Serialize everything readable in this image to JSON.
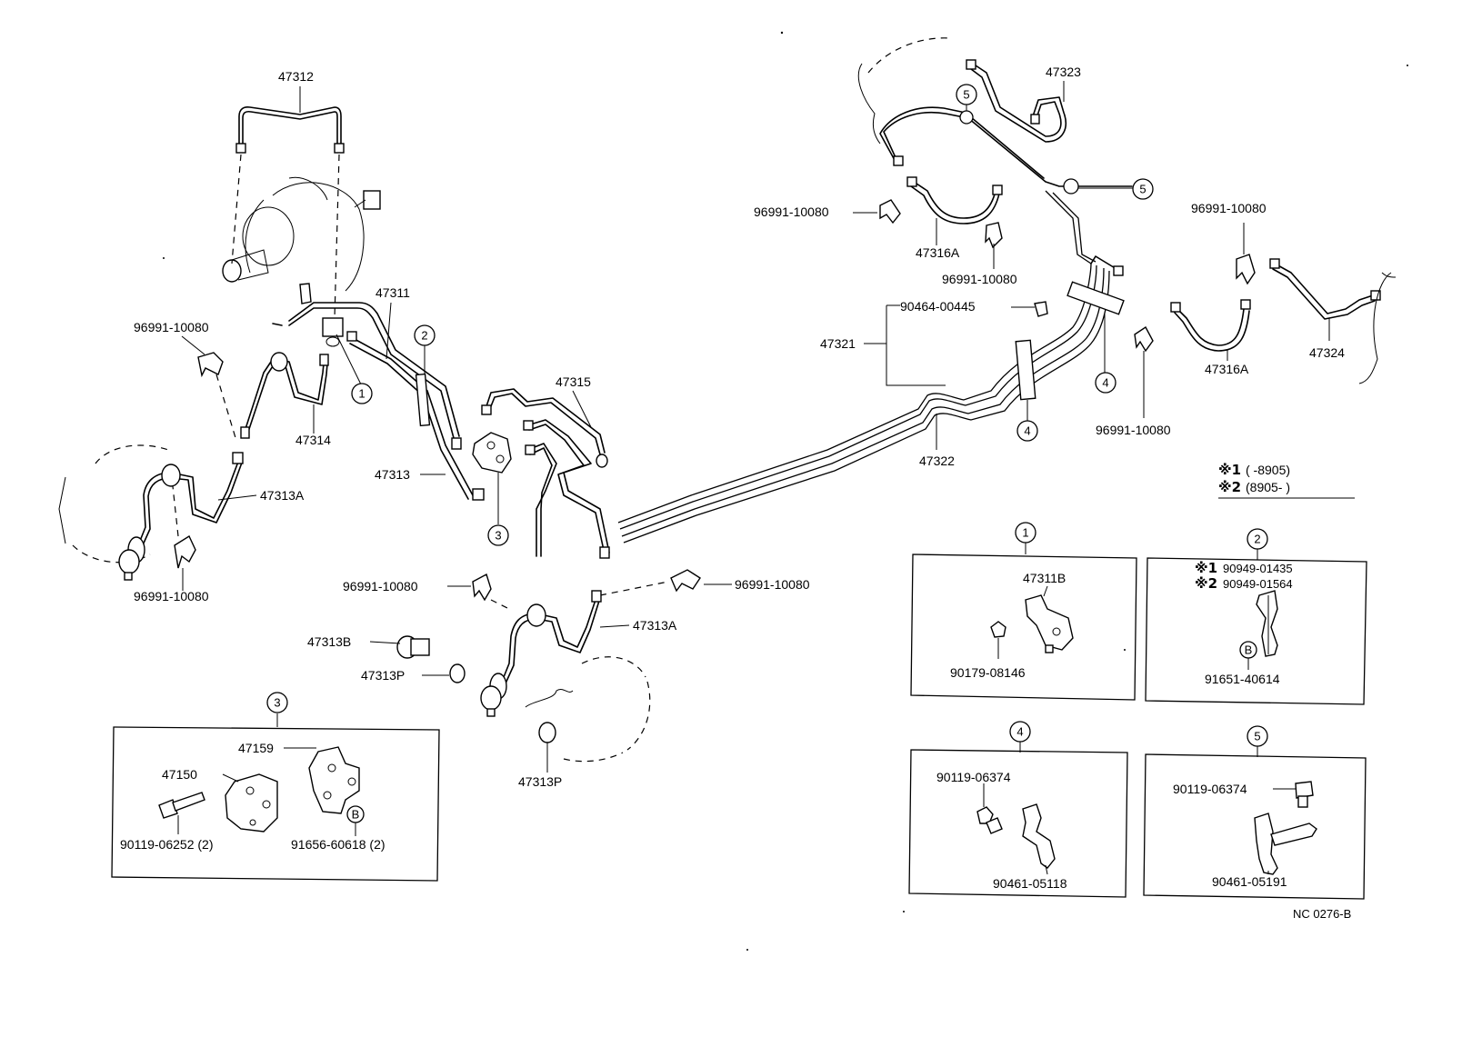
{
  "labels": {
    "p47312": "47312",
    "p47311": "47311",
    "p47314": "47314",
    "p47313": "47313",
    "p47313A_left": "47313A",
    "p47313A_center": "47313A",
    "p47315": "47315",
    "p47313B": "47313B",
    "p47313P_center": "47313P",
    "p47313P_lower": "47313P",
    "p47321": "47321",
    "p47322": "47322",
    "p47323": "47323",
    "p47324": "47324",
    "p47316A_left": "47316A",
    "p47316A_right": "47316A",
    "p90464_00445": "90464-00445",
    "clip_left_upper": "96991-10080",
    "clip_left_lower": "96991-10080",
    "clip_center_left": "96991-10080",
    "clip_center_right": "96991-10080",
    "clip_right_top_left": "96991-10080",
    "clip_right_top_mid": "96991-10080",
    "clip_right_top_right": "96991-10080",
    "clip_right_mid": "96991-10080"
  },
  "callouts": {
    "c1": "1",
    "c2": "2",
    "c3": "3",
    "c4a": "4",
    "c4b": "4",
    "c5a": "5",
    "c5b": "5"
  },
  "legend": {
    "row1_mark": "※1",
    "row1_range": "(         -8905)",
    "row2_mark": "※2",
    "row2_range": "(8905-         )"
  },
  "detail_boxes": {
    "box1": {
      "number": "1",
      "part_a": "47311B",
      "part_b": "90179-08146"
    },
    "box2": {
      "number": "2",
      "mark1": "※1",
      "part_a": "90949-01435",
      "mark2": "※2",
      "part_b": "90949-01564",
      "badge": "B",
      "part_c": "91651-40614"
    },
    "box3": {
      "number": "3",
      "part_a": "47159",
      "part_b": "47150",
      "part_c": "90119-06252 (2)",
      "badge": "B",
      "part_d": "91656-60618 (2)"
    },
    "box4": {
      "number": "4",
      "part_a": "90119-06374",
      "part_b": "90461-05118"
    },
    "box5": {
      "number": "5",
      "part_a": "90119-06374",
      "part_b": "90461-05191"
    }
  },
  "figure_code": "NC 0276-B"
}
